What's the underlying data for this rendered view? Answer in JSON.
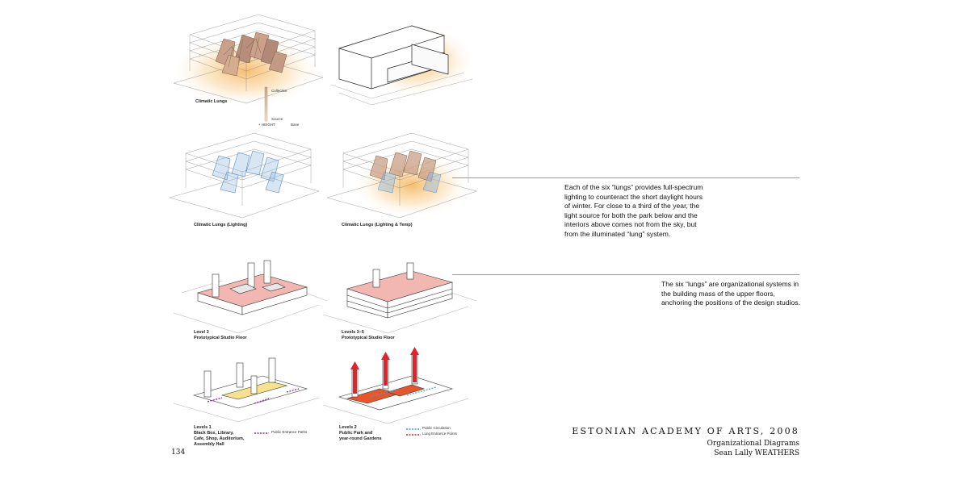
{
  "page_number": "134",
  "header": {
    "title": "ESTONIAN ACADEMY OF ARTS, 2008",
    "subtitle": "Organizational Diagrams",
    "author": "Sean Lally WEATHERS"
  },
  "paragraphs": {
    "lighting": "Each of the six “lungs” provides full-spectrum lighting to counteract the short daylight hours of winter. For close to a third of the year, the light source for both the park below and the interiors above comes not from the sky, but from the illuminated “lung” system.",
    "organization": "The six “lungs” are organizational systems in the building mass of the upper floors, anchoring the positions of the design studios."
  },
  "diagrams": {
    "climatic_lungs": {
      "caption": "Climatic Lungs"
    },
    "scale": {
      "top": "Collective",
      "bottom": "Source",
      "left": "+ HEIGHT",
      "right": "Base"
    },
    "lighting": {
      "caption": "Climatic Lungs (Lighting)"
    },
    "lighting_temp": {
      "caption": "Climatic Lungs (Lighting & Temp)"
    },
    "level3": {
      "caption": "Level 3\nPrototypical Studio Floor"
    },
    "level35": {
      "caption": "Levels 3–5\nPrototypical Studio Floor"
    },
    "level1": {
      "caption": "Levels 1\nBlack Box, Library,\nCafe, Shop, Auditorium,\nAssembly Hall",
      "legend": "Public Entrance Paths"
    },
    "level2": {
      "caption": "Levels 2\nPublic Park and\nyear-round Gardens",
      "legend_1": "Public Circulation",
      "legend_2": "Lung Entrance Points"
    }
  },
  "colors": {
    "glow": "#f5b356",
    "lung_fill": "#c9a08a",
    "blue_lung": "#8fb8e0",
    "pink_floor": "#f3b7b2",
    "yellow_floor": "#f6e18c",
    "purple_path": "#8b2b8f",
    "red_lung": "#e2232a",
    "orange_park": "#e8552a",
    "blue_circ": "#3aa0d5"
  }
}
